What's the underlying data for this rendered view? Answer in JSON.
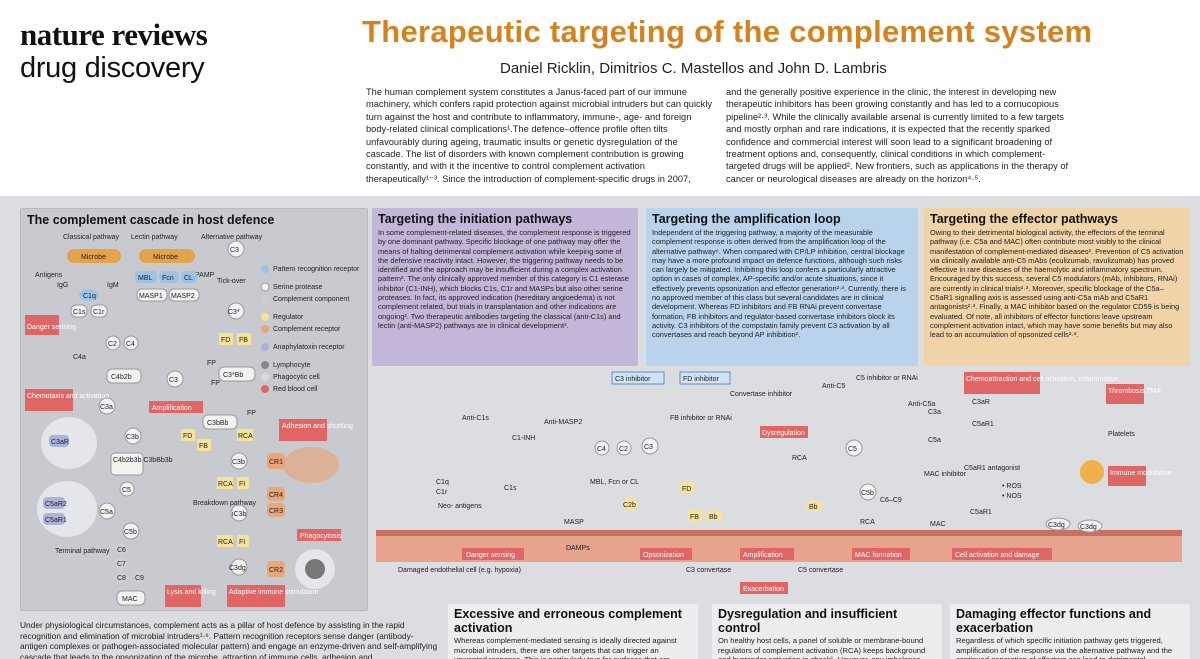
{
  "brand": {
    "line1": "nature reviews",
    "line2": "drug discovery"
  },
  "title": "Therapeutic targeting of the complement system",
  "authors": "Daniel Ricklin, Dimitrios C. Mastellos and John D. Lambris",
  "intro": {
    "col1": "The human complement system constitutes a Janus-faced part of our immune machinery, which confers rapid protection against microbial intruders but can quickly turn against the host and contribute to inflammatory, immune-, age- and foreign body-related clinical complications¹.The defence–offence profile often tilts unfavourably during ageing, traumatic insults or genetic dysregulation of the cascade. The list of disorders with known complement contribution is growing constantly, and with it the incentive to control complement activation therapeutically¹⁻³. Since the introduction of complement-specific drugs in 2007,",
    "col2": "and the generally positive experience in the clinic, the interest in developing new therapeutic inhibitors has been growing constantly and has led to a cornucopious pipeline²·³. While the clinically available arsenal is currently limited to a few targets and mostly orphan and rare indications, it is expected that the recently sparked confidence and commercial interest will soon lead to a significant broadening of treatment options and, consequently, clinical conditions in which complement-targeted drugs will be applied². New frontiers, such as applications in the therapy of cancer or neurological diseases are already on the horizon⁴·⁵."
  },
  "cascade": {
    "title": "The complement cascade in host defence",
    "pathways": {
      "classical": "Classical pathway",
      "lectin": "Lectin pathway",
      "alternative": "Alternative pathway"
    },
    "legend": [
      "Pattern recognition receptor",
      "Serine protease",
      "Complement component",
      "Regulator",
      "Complement receptor",
      "Anaphylatoxin receptor",
      "Lymphocyte",
      "Phagocytic cell",
      "Red blood cell"
    ],
    "nodes": {
      "microbe": "Microbe",
      "antigens": "Antigens",
      "igg": "IgG",
      "igm": "IgM",
      "c1q": "C1q",
      "c1s": "C1s",
      "c1r": "C1r",
      "mbl": "MBL",
      "fcn": "Fcn",
      "cl": "CL",
      "masp1": "MASP1",
      "masp2": "MASP2",
      "pamp": "PAMP",
      "c3": "C3",
      "tickover": "Tick-over",
      "c3star": "C3*",
      "fd": "FD",
      "fb": "FB",
      "fp": "FP",
      "c3starbb": "C3*Bb",
      "c2": "C2",
      "c4": "C4",
      "c4a": "C4a",
      "c4b2b": "C4b2b",
      "c3a": "C3a",
      "c3b": "C3b",
      "c3bbb": "C3bBb",
      "amplification": "Amplification",
      "rca": "RCA",
      "cr1": "CR1",
      "cr3": "CR3",
      "cr4": "CR4",
      "cr2": "CR2",
      "fi": "FI",
      "ic3b": "iC3b",
      "c3dg": "C3dg",
      "c4b2b3b": "C4b2b3b C3bBb3b",
      "c5": "C5",
      "c5a": "C5a",
      "c5b": "C5b",
      "c5ar1": "C5aR1",
      "c5ar2": "C5aR2",
      "c3ar": "C3aR",
      "c6": "C6",
      "c7": "C7",
      "c8": "C8",
      "c9": "C9",
      "mac": "MAC",
      "breakdown": "Breakdown pathway",
      "terminal": "Terminal pathway"
    },
    "tags": {
      "danger": "Danger sensing",
      "chemotaxis": "Chemotaxis and activation",
      "adhesion": "Adhesion and shuttling",
      "phagocytosis": "Phagocytosis",
      "adaptive": "Adaptive immune stimulation",
      "lysis": "Lysis and killing"
    }
  },
  "panels": {
    "initiation": {
      "title": "Targeting the initiation pathways",
      "text": "In some complement-related diseases, the complement response is triggered by one dominant pathway. Specific blockage of one pathway may offer the means of halting detrimental complement activation while keeping some of the defensive reactivity intact. However, the triggering pathway needs to be identified and the approach may be insufficient during a complex activation pattern². The only clinically approved member of this category is C1 esterase inhibitor (C1-INH), which blocks C1s, C1r and MASPs but also other serine proteases. In fact, its approved indication (hereditary angioedema) is not complement related, but trials in transplantation and other indications are ongoing². Two therapeutic antibodies targeting the classical (anti-C1s) and lectin (anti-MASP2) pathways are in clinical development²."
    },
    "amplification": {
      "title": "Targeting the amplification loop",
      "text": "Independent of the triggering pathway, a majority of the measurable complement response is often derived from the amplification loop of the alternative pathway⁶. When compared with CP/LP inhibition, central blockage may have a more profound impact on defence functions, although such risks can largely be mitigated. Inhibiting this loop confers a particularly attractive option in cases of complex, AP-specific and/or acute situations, since it effectively prevents opsonization and effector generation²·³. Currently, there is no approved member of this class but several candidates are in clinical development. Whereas FD inhibitors and FB RNAi prevent convertase formation, FB inhibitors and regulator-based convertase inhibitors block its activity. C3 inhibitors of the compstatin family prevent C3 activation by all convertases and reach beyond AP inhibition²."
    },
    "effector": {
      "title": "Targeting the effector pathways",
      "text": "Owing to their detrimental biological activity, the effectors of the terminal pathway (i.e. C5a and MAC) often contribute most visibly to the clinical manifestation of complement-mediated diseases². Prevention of C5 activation via clinically available anti-C5 mAbs (eculizumab, ravulizumab) has proved effective in rare diseases of the haemolytic and inflammatory spectrum. Encouraged by this success, several C5 modulators (mAb, inhibitors, RNAi) are currently in clinical trials²·³. Moreover, specific blockage of the C5a–C5aR1 signalling axis is assessed using anti-C5a mAb and C5aR1 antagonists²·³. Finally, a MAC inhibitor based on the regulator CD59 is being evaluated. Of note, all inhibitors of effector functions leave upstream complement activation intact, which may have some benefits but may also lead to an accumulation of opsonized cells²·³."
    }
  },
  "diagram": {
    "labels": {
      "anti_c1s": "Anti-C1s",
      "c1inh": "C1-INH",
      "anti_masp2": "Anti-MASP2",
      "c3inh": "C3 inhibitor",
      "fdinh": "FD inhibitor",
      "fbinh": "FB inhibitor or RNAi",
      "convinh": "Convertase inhibitor",
      "anti_c5": "Anti-C5",
      "c5inh": "C5 inhibitor or RNAi",
      "anti_c5a": "Anti-C5a",
      "macinh": "MAC inhibitor",
      "c5ar1ant": "C5aR1 antagonist",
      "dysregulation": "Dysregulation",
      "rca": "RCA",
      "c1q": "C1q",
      "c1r": "C1r",
      "c1s": "C1s",
      "neoantigens": "Neo- antigens",
      "masp": "MASP",
      "mbl": "MBL, Fcn or CL",
      "damps": "DAMPs",
      "c4": "C4",
      "c2": "C2",
      "c2b": "C2b",
      "c3": "C3",
      "fd": "FD",
      "fb": "FB",
      "bb": "Bb",
      "c5": "C5",
      "c5b": "C5b",
      "c6c9": "C6–C9",
      "mac": "MAC",
      "c3a": "C3a",
      "c5a": "C5a",
      "c3ar": "C3aR",
      "c5ar1": "C5aR1",
      "ros": "• ROS",
      "nos": "• NOS",
      "c3dg": "C3dg",
      "platelets": "Platelets",
      "c3conv": "C3 convertase",
      "c5conv": "C5 convertase",
      "endothelial": "Damaged endothelial cell (e.g. hypoxia)",
      "exacerbation": "Exacerbation"
    },
    "tags": {
      "danger": "Danger sensing",
      "opson": "Opsonization",
      "ampl": "Amplification",
      "mac": "MAC formation",
      "cell": "Cell activation and damage",
      "chemo": "Chemoattraction and cell activation, inflammation",
      "throm": "Thrombosis TMA",
      "immune": "Immune modulation"
    }
  },
  "bottom": {
    "left": "Under physiological circumstances, complement acts as a pillar of host defence by assisting in the rapid recognition and elimination of microbial intruders¹·⁶. Pattern recognition receptors sense danger (antibody-antigen complexes or pathogen-associated molecular pattern) and engage an enzyme-driven and self-amplifying cascade that leads to the opsonization of the microbe, attraction of immune cells, adhesion and",
    "excessive": {
      "title": "Excessive and erroneous complement activation",
      "text": "Whereas complement-mediated sensing is ideally directed against microbial intruders, there are other targets that can trigger an unwanted response. This is particularly true for surfaces that are"
    },
    "dysreg": {
      "title": "Dysregulation and insufficient control",
      "text": "On healthy host cells, a panel of soluble or membrane-bound regulators of complement activation (RCA) keeps background and bystander activation in check⁶. However, any imbalance caused by missing or insufficiently active"
    },
    "damaging": {
      "title": "Damaging effector functions and exacerbation",
      "text": "Regardless of which specific initiation pathway gets triggered, amplification of the response via the alternative pathway and the continued generation of effectors can lead to detrimental"
    }
  },
  "colors": {
    "title": "#d4821f",
    "tag": "#e06666",
    "init": "#c4b6d8",
    "ampl": "#b8d3eb",
    "effe": "#f0d3a6"
  }
}
